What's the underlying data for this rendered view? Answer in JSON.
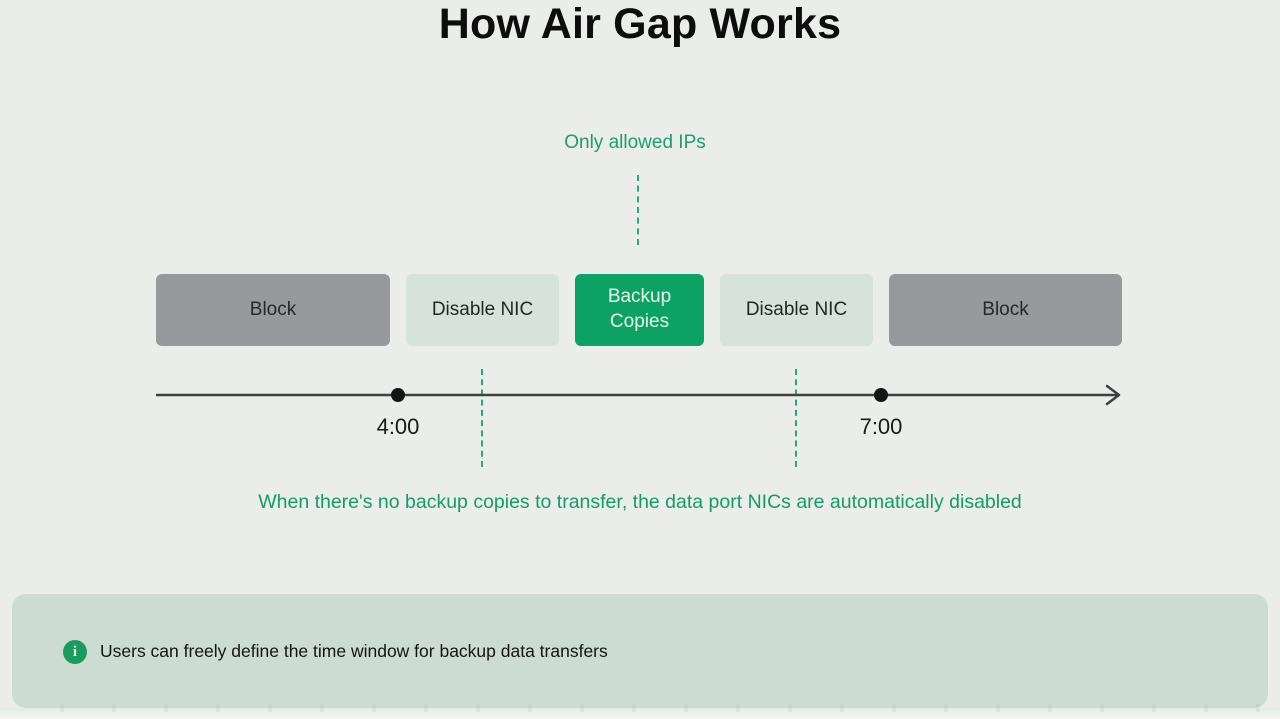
{
  "title": "How Air Gap Works",
  "diagram": {
    "top_label": "Only allowed IPs",
    "phases": [
      {
        "label": "Block",
        "type": "block"
      },
      {
        "label": "Disable NIC",
        "type": "nic"
      },
      {
        "label": "Backup Copies",
        "type": "active"
      },
      {
        "label": "Disable NIC",
        "type": "nic"
      },
      {
        "label": "Block",
        "type": "block"
      }
    ],
    "timeline": {
      "markers": [
        {
          "time": "4:00"
        },
        {
          "time": "7:00"
        }
      ]
    },
    "caption": "When there's no backup copies to transfer, the data port NICs are automatically disabled"
  },
  "note": {
    "icon": "info-icon",
    "icon_glyph": "i",
    "text": "Users can freely define the time window for backup data transfers"
  },
  "colors": {
    "background": "#ebedea",
    "accent_green": "#17a06b",
    "dashed_line_green": "#2aa87a",
    "block_gray": "#97999c",
    "nic_light_green": "#d6e3da",
    "active_green": "#0ba264",
    "timeline_dark": "#3c4043",
    "note_bar_bg": "#ccdcd2",
    "info_icon_green": "#1a9b5f"
  }
}
